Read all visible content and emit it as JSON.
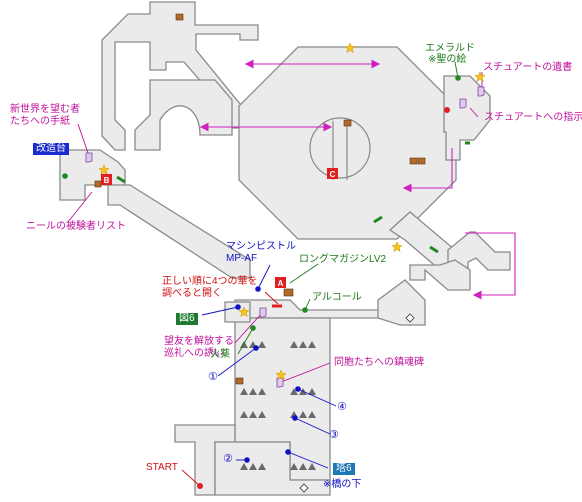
{
  "labels": {
    "emerald": "エメラルド",
    "star_picture": "※聖の絵",
    "stuart_will": "スチュアートの遺書",
    "new_world_letter_1": "新世界を望む者",
    "new_world_letter_2": "たちへの手紙",
    "remodel_badge": "改造台",
    "stuart_instruction": "スチュアートへの指示",
    "neil_list": "ニールの被験者リスト",
    "machine_pistol_1": "マシンピストル",
    "machine_pistol_2": "MP-AF",
    "long_magazine": "ロングマガジンLV2",
    "flowers_1": "正しい順に4つの華を",
    "flowers_2": "調べると開く",
    "alcohol": "アルコール",
    "figure6_badge": "図6",
    "invite_1": "望友を解放する",
    "invite_2": "巡礼への誘い",
    "gunpowder": "火薬",
    "requiem": "同胞たちへの鎮魂碑",
    "num1": "①",
    "num2": "②",
    "num3": "③",
    "num4": "④",
    "start": "START",
    "tower6_badge": "塔6",
    "under_bridge": "※橋の下",
    "marker_a": "A",
    "marker_b": "B",
    "marker_c": "C"
  },
  "colors": {
    "floor": "#ebebeb",
    "wall": "#8a8a8a",
    "link_arrow": "#d020c0",
    "item_dot": "#1010c8",
    "green_item": "#1e8a1e",
    "red_marker": "#e02020",
    "crate": "#b06a2a",
    "save_star": "#f5c518",
    "note": "#e0c8f0"
  }
}
